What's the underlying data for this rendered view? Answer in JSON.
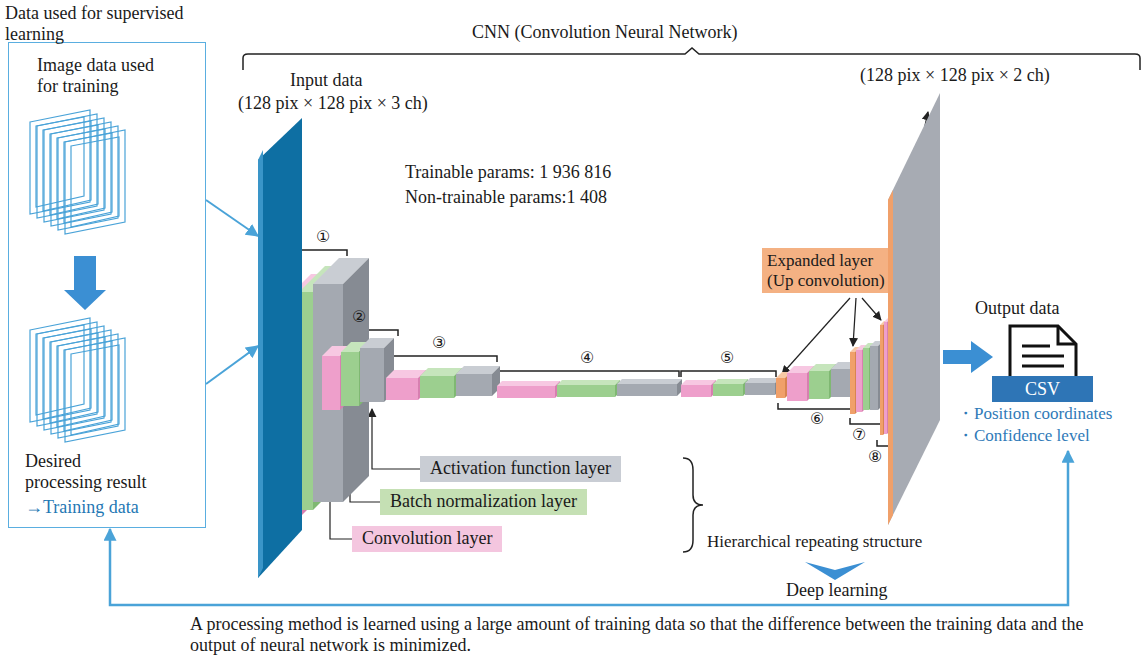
{
  "diagram": {
    "caption": "A processing method is learned using a large amount of training data so that the difference between the training data and the output of neural network is minimized.",
    "nodes": [
      {
        "text": [
          "Data used for supervised learning",
          "Image data used for training",
          "Desired processing result",
          "→Training data"
        ]
      },
      {
        "text": [
          "Input data",
          "(128 pix × 128 pix × 3 ch)"
        ]
      },
      {
        "text": [
          "Expanded layer (Up convolution)"
        ]
      },
      {
        "text": [
          "(128 pix × 128 pix × 2 ch)"
        ]
      },
      {
        "text": [
          "Output data",
          "CSV",
          "・Position coordinates",
          "・Confidence level"
        ]
      }
    ],
    "edges": [
      {
        "from": 0,
        "to": 1,
        "arrow": "to"
      },
      {
        "from": 0,
        "to": 1,
        "arrow": "to"
      },
      {
        "from": 3,
        "to": 4,
        "arrow": "to"
      },
      {
        "from": 4,
        "to": 0,
        "arrow": "both"
      }
    ],
    "labels": [
      "CNN (Convolution Neural Network)",
      "Trainable params: 1 936 816",
      "Non-trainable params:1 408",
      "①",
      "②",
      "③",
      "④",
      "⑤",
      "⑥",
      "⑦",
      "⑧",
      "Hierarchical repeating structure",
      "Deep learning"
    ],
    "legend": [
      {
        "text": "Activation function layer",
        "color": "#c9cdd4"
      },
      {
        "text": "Batch normalization layer",
        "color": "#c5e0b4"
      },
      {
        "text": "Convolution layer",
        "color": "#f4c6df"
      }
    ]
  }
}
